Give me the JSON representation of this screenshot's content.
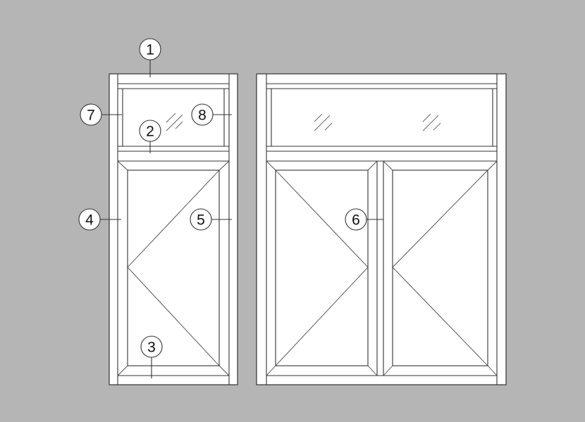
{
  "diagram": {
    "title": "",
    "windows": [
      {
        "name": "single-casement-window-with-transom"
      },
      {
        "name": "double-casement-window-with-transom"
      }
    ],
    "callouts": [
      {
        "label": "1"
      },
      {
        "label": "2"
      },
      {
        "label": "3"
      },
      {
        "label": "4"
      },
      {
        "label": "5"
      },
      {
        "label": "6"
      },
      {
        "label": "7"
      },
      {
        "label": "8"
      }
    ],
    "colors": {
      "background": "#b5b5b5",
      "frame": "#ffffff",
      "line": "#333333"
    }
  }
}
